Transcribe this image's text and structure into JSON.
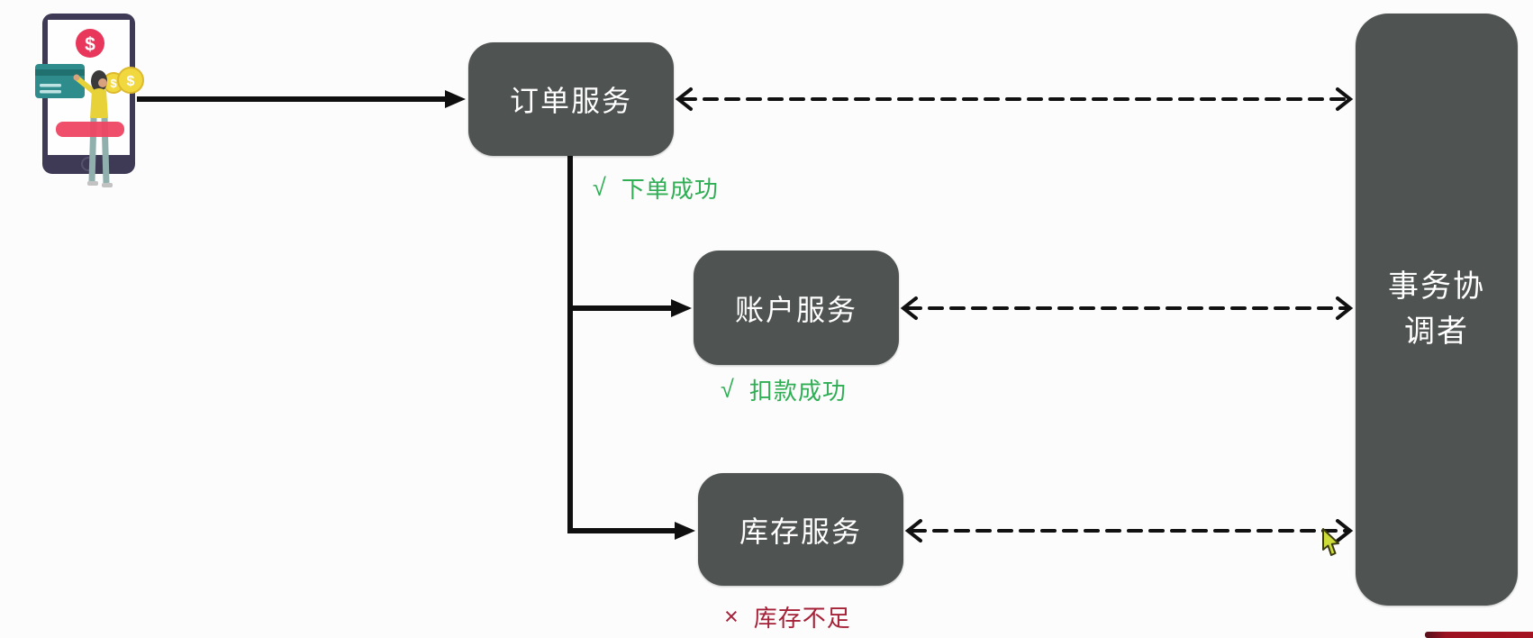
{
  "colors": {
    "background": "#fcfcfc",
    "node_fill": "#4f5351",
    "node_text": "#ffffff",
    "arrow": "#111111",
    "success_text": "#2fae54",
    "failure_text": "#a52138",
    "progress_bar": "#a41321"
  },
  "nodes": {
    "order_service": {
      "label": "订单服务"
    },
    "account_service": {
      "label": "账户服务"
    },
    "inventory_service": {
      "label": "库存服务"
    },
    "coordinator": {
      "label": "事务协调者",
      "lines": [
        "事务协",
        "调者"
      ]
    }
  },
  "statuses": {
    "order": {
      "icon": "√",
      "text": "下单成功"
    },
    "account": {
      "icon": "√",
      "text": "扣款成功"
    },
    "inventory": {
      "icon": "×",
      "text": "库存不足"
    }
  },
  "illustration": {
    "name": "customer-mobile-payment",
    "dollar_sign": "$"
  }
}
